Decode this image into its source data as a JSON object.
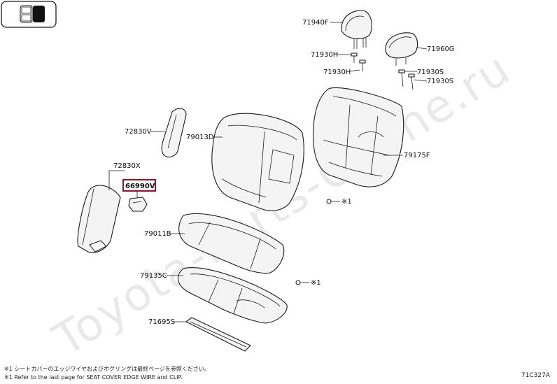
{
  "watermark": "Toyota-Parts-Online.ru",
  "labels": {
    "headrest_front": "71940F",
    "headrest_rear": "71960G",
    "guide_h1": "71930H",
    "guide_h2": "71930H",
    "guide_s1": "71930S",
    "guide_s2": "71930S",
    "armrest_upper": "72830V",
    "seatback_cover": "79013D",
    "seatback_frame": "79175F",
    "armrest_lower": "72830X",
    "highlighted_part": "66990V",
    "cushion_cover": "79011B",
    "cushion_pad": "79135C",
    "protector": "71695S",
    "ref_mark_1": "※1",
    "ref_mark_2": "※1"
  },
  "notes": {
    "note_jp": "※1 シートカバーのエッジワイヤおよびホグリングは最終ページを参照ください。",
    "note_en": "※1 Refer to the last page for SEAT COVER EDGE WIRE and CLIP."
  },
  "diagram_code": "71C327A",
  "colors": {
    "highlight": "#8b1530",
    "line": "#1a1a1a"
  },
  "icons": {
    "view_selector": "grid-view-icon"
  }
}
